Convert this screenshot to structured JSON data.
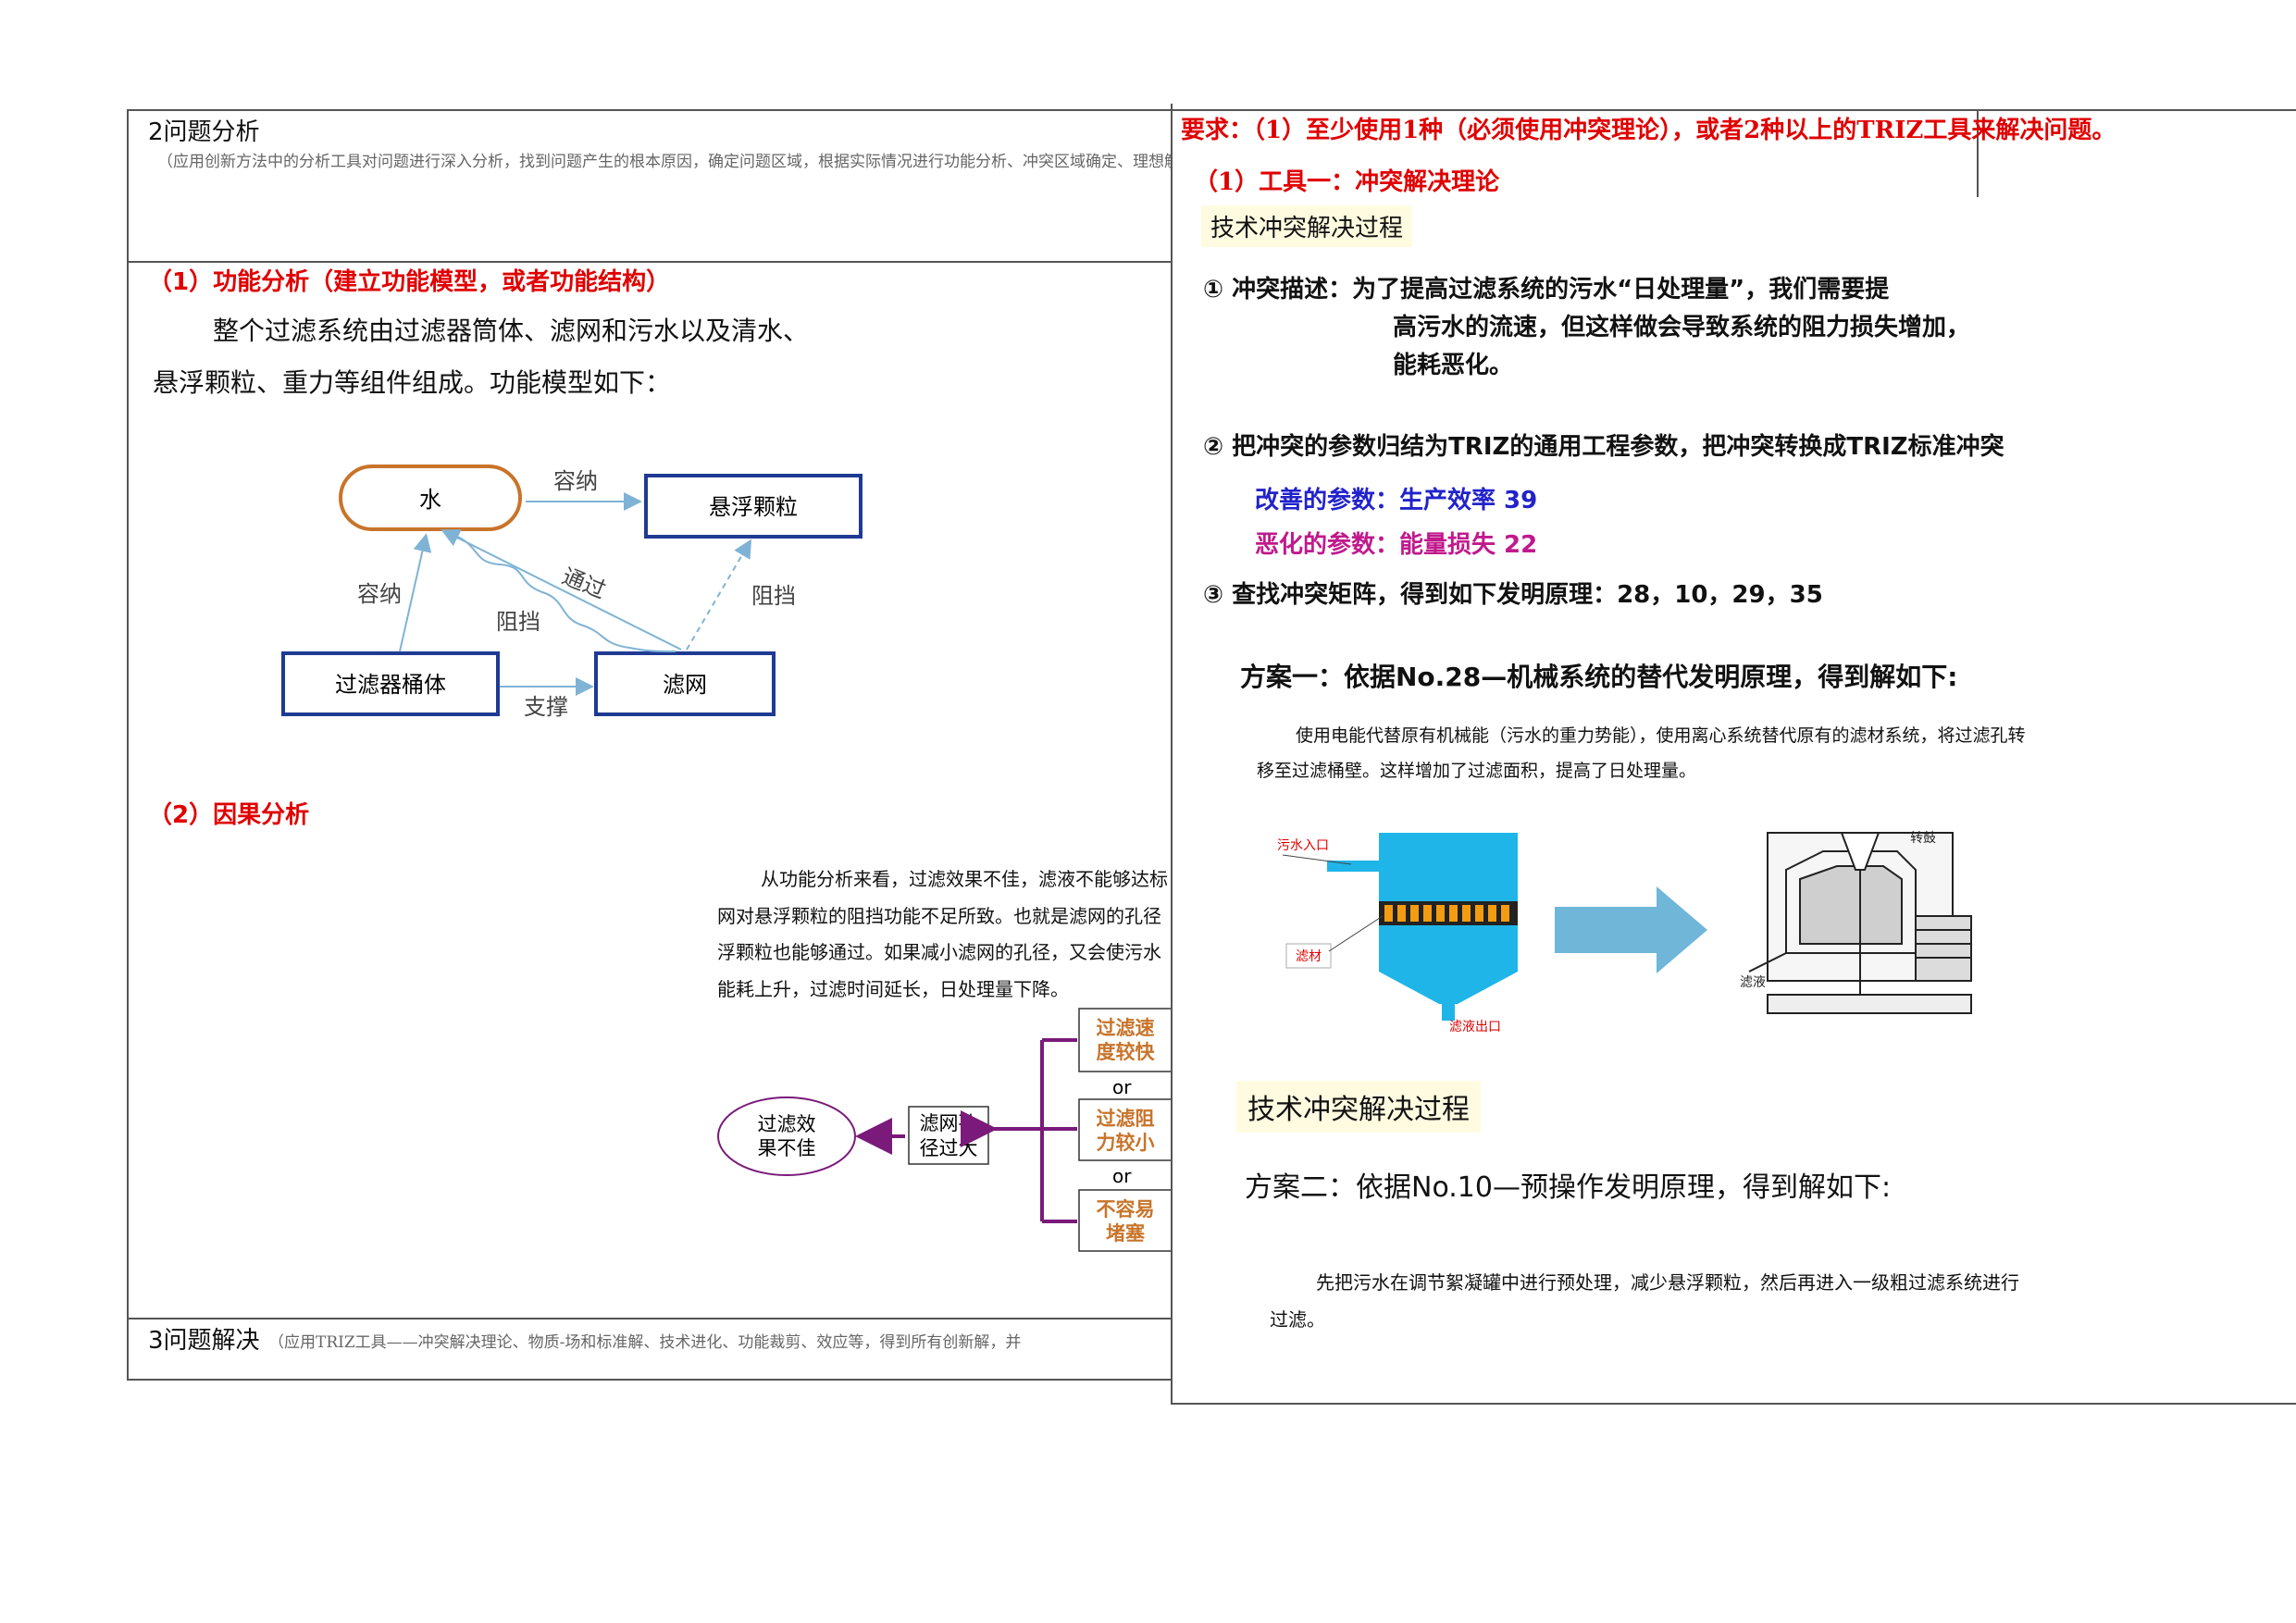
{
  "left": {
    "section2_title": "2问题分析",
    "section2_note": "（应用创新方法中的分析工具对问题进行深入分析，找到问题产生的根本原因，确定问题区域，根据实际情况进行功能分析、冲突区域确定、理想解分析、资源分析等，选择适用的创新工具方法进行解题）",
    "func_heading": "（1）功能分析（建立功能模型，或者功能结构）",
    "func_para_1": "整个过滤系统由过滤器筒体、滤网和污水以及清水、",
    "func_para_2": "悬浮颗粒、重力等组件组成。功能模型如下：",
    "func_model": {
      "node_water": "水",
      "node_particles": "悬浮颗粒",
      "node_housing": "过滤器桶体",
      "node_mesh": "滤网",
      "label_contain_top": "容纳",
      "label_contain_left": "容纳",
      "label_pass": "通过",
      "label_block_mid": "阻挡",
      "label_block_right": "阻挡",
      "label_support": "支撑"
    },
    "cause_heading": "（2）因果分析",
    "cause_para_1": "从功能分析来看，过滤效果不佳，滤液不能够达标",
    "cause_para_2": "网对悬浮颗粒的阻挡功能不足所致。也就是滤网的孔径",
    "cause_para_3": "浮颗粒也能够通过。如果减小滤网的孔径，又会使污水",
    "cause_para_4": "能耗上升，过滤时间延长，日处理量下降。",
    "cause_tree": {
      "effect_1": "过滤效",
      "effect_2": "果不佳",
      "cause_1": "滤网孔",
      "cause_2": "径过大",
      "opt1_1": "过滤速",
      "opt1_2": "度较快",
      "opt2_1": "过滤阻",
      "opt2_2": "力较小",
      "opt3_1": "不容易",
      "opt3_2": "堵塞",
      "or_1": "or",
      "or_2": "or"
    },
    "section3_title": "3问题解决",
    "section3_note": "（应用TRIZ工具——冲突解决理论、物质-场和标准解、技术进化、功能裁剪、效应等，得到所有创新解，并"
  },
  "right": {
    "requirement": "要求：（1）至少使用1种（必须使用冲突理论），或者2种以上的TRIZ工具来解决问题。",
    "tool_heading": "（1）工具一：冲突解决理论",
    "process_title_1": "技术冲突解决过程",
    "step1_line1": "①   冲突描述：为了提高过滤系统的污水“日处理量”，我们需要提",
    "step1_line2": "高污水的流速，但这样做会导致系统的阻力损失增加，",
    "step1_line3": "能耗恶化。",
    "step2": "② 把冲突的参数归结为TRIZ的通用工程参数，把冲突转换成TRIZ标准冲突",
    "improve_param": "改善的参数：生产效率 39",
    "worsen_param": "恶化的参数：能量损失 22",
    "step3": "③  查找冲突矩阵，得到如下发明原理：28，10，29，35",
    "scheme1_title": "方案一：依据No.28—机械系统的替代发明原理，得到解如下:",
    "scheme1_line1": "使用电能代替原有机械能（污水的重力势能），使用离心系统替代原有的滤材系统，将过滤孔转",
    "scheme1_line2": "移至过滤桶壁。这样增加了过滤面积，提高了日处理量。",
    "fig_inlet": "污水入口",
    "fig_media": "滤材",
    "fig_outlet": "滤液出口",
    "fig_drum": "转鼓",
    "fig_filtrate": "滤液",
    "process_title_2": "技术冲突解决过程",
    "scheme2_title": "方案二：依据No.10—预操作发明原理，得到解如下:",
    "scheme2_line1": "先把污水在调节絮凝罐中进行预处理，减少悬浮颗粒，然后再进入一级粗过滤系统进行",
    "scheme2_line2": "过滤。"
  },
  "colors": {
    "heading_red": "#e00000",
    "node_blue": "#1f3a93",
    "node_orange": "#c8742a",
    "arrow_light_blue": "#7fb3d5",
    "tree_purple": "#7a1a7a",
    "tree_orange_text": "#c8742a",
    "improve_blue": "#2222cc",
    "worsen_magenta": "#c0198c",
    "process_title_bg": "#fffbe0",
    "tank_cyan": "#1fb5e8",
    "big_arrow": "#6fb6d9"
  }
}
